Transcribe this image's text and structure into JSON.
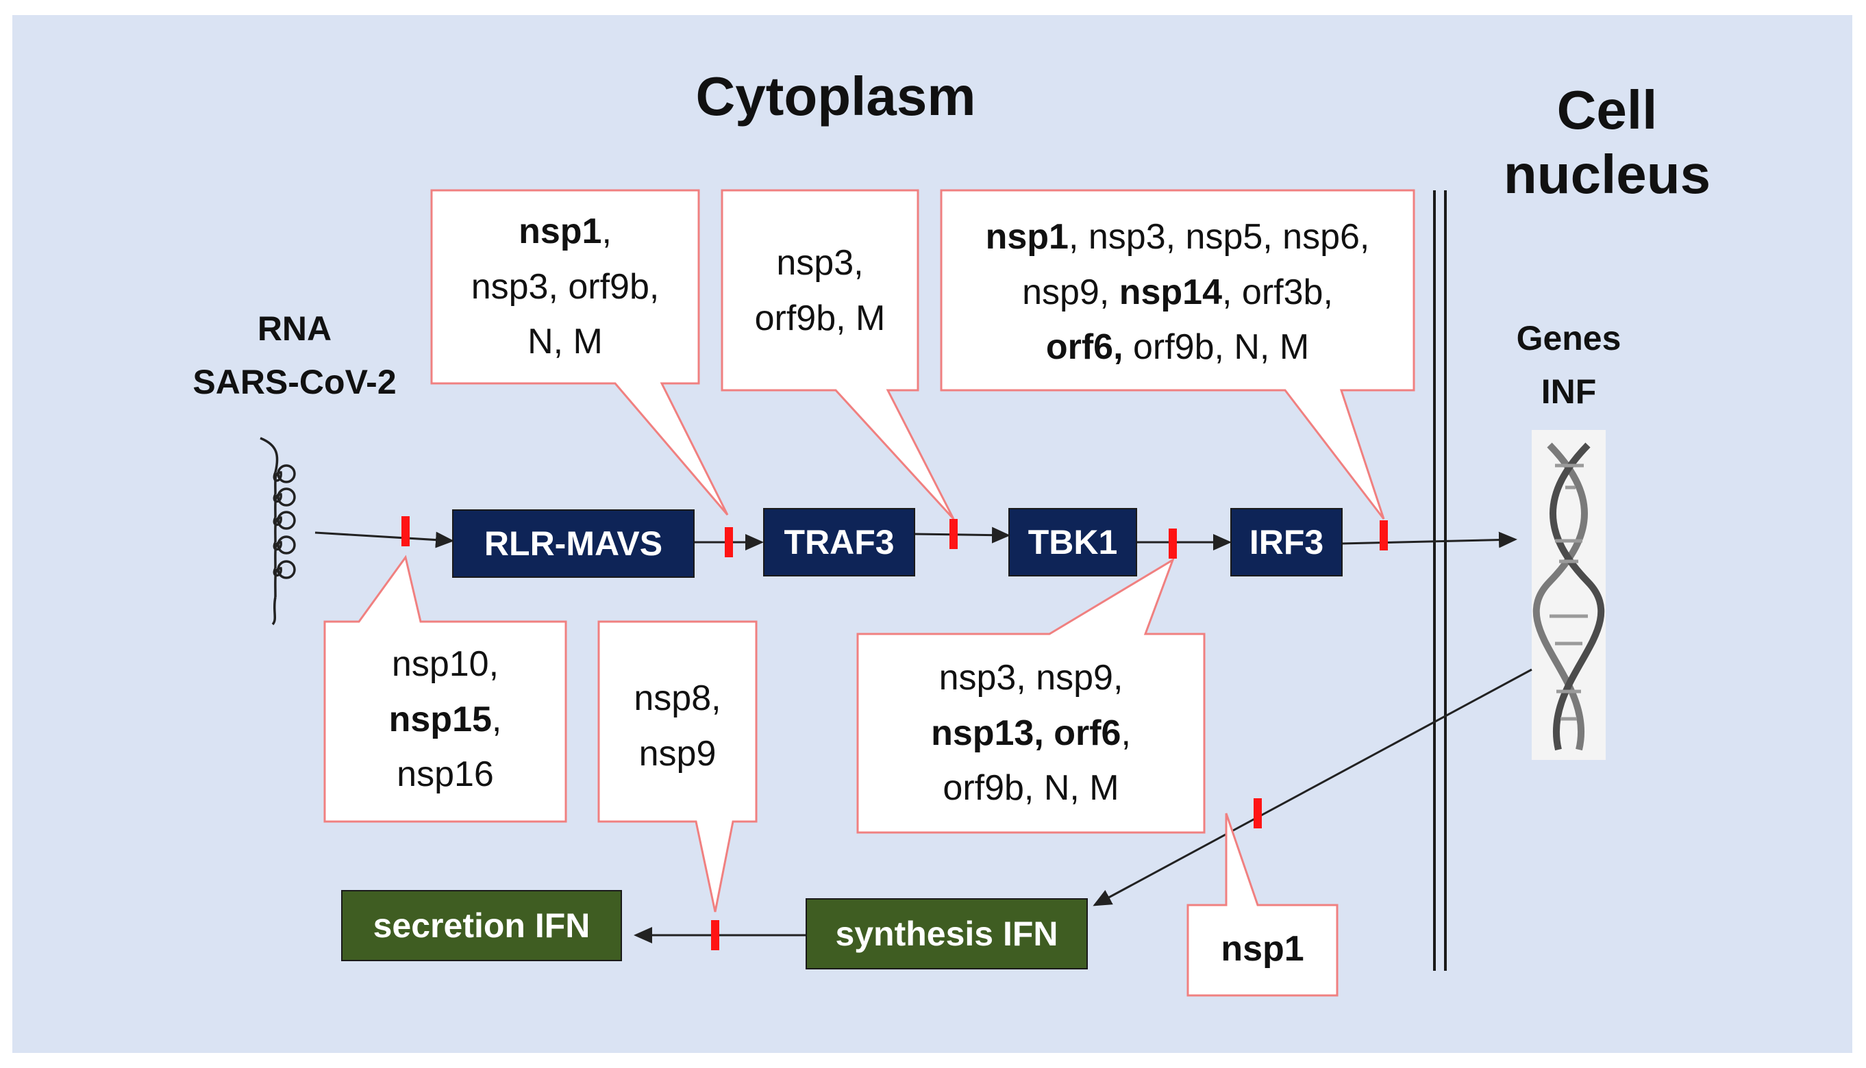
{
  "compartments": {
    "cytoplasm": "Cytoplasm",
    "nucleus": [
      "Cell",
      "nucleus"
    ]
  },
  "labels": {
    "rna": [
      "RNA",
      "SARS-CoV-2"
    ],
    "genes": [
      "Genes",
      "INF"
    ]
  },
  "nodes": {
    "rlr_mavs": "RLR-MAVS",
    "traf3": "TRAF3",
    "tbk1": "TBK1",
    "irf3": "IRF3",
    "synthesis_ifn": "synthesis IFN",
    "secretion_ifn": "secretion IFN"
  },
  "callouts": [
    {
      "id": "rna-sensing",
      "lines": [
        [
          {
            "t": "nsp10,",
            "b": false
          }
        ],
        [
          {
            "t": "nsp15",
            "b": true
          },
          {
            "t": ",",
            "b": false
          }
        ],
        [
          {
            "t": "nsp16",
            "b": false
          }
        ]
      ]
    },
    {
      "id": "mavs-traf3",
      "lines": [
        [
          {
            "t": "nsp1",
            "b": true
          },
          {
            "t": ",",
            "b": false
          }
        ],
        [
          {
            "t": "nsp3, orf9b,",
            "b": false
          }
        ],
        [
          {
            "t": "N, M",
            "b": false
          }
        ]
      ]
    },
    {
      "id": "traf3-tbk1",
      "lines": [
        [
          {
            "t": "nsp3,",
            "b": false
          }
        ],
        [
          {
            "t": "orf9b, M",
            "b": false
          }
        ]
      ]
    },
    {
      "id": "tbk1-irf3",
      "lines": [
        [
          {
            "t": "nsp3, nsp9,",
            "b": false
          }
        ],
        [
          {
            "t": "nsp13, orf6",
            "b": true
          },
          {
            "t": ",",
            "b": false
          }
        ],
        [
          {
            "t": "orf9b, N, M",
            "b": false
          }
        ]
      ]
    },
    {
      "id": "irf3-nucleus",
      "lines": [
        [
          {
            "t": "nsp1",
            "b": true
          },
          {
            "t": ", nsp3, nsp5, nsp6,",
            "b": false
          }
        ],
        [
          {
            "t": "nsp9, ",
            "b": false
          },
          {
            "t": "nsp14",
            "b": true
          },
          {
            "t": ", orf3b,",
            "b": false
          }
        ],
        [
          {
            "t": "orf6,",
            "b": true
          },
          {
            "t": " orf9b, N, M",
            "b": false
          }
        ]
      ]
    },
    {
      "id": "synthesis-secretion",
      "lines": [
        [
          {
            "t": "nsp8,",
            "b": false
          }
        ],
        [
          {
            "t": "nsp9",
            "b": false
          }
        ]
      ]
    },
    {
      "id": "genes-synthesis",
      "lines": [
        [
          {
            "t": "nsp1",
            "b": true
          }
        ]
      ]
    }
  ],
  "colors": {
    "background": "#dae3f3",
    "node_blue": "#0e2457",
    "node_green": "#3f5d22",
    "callout_border": "#f08080",
    "inhibition_mark": "#ff0000",
    "arrow": "#222222"
  },
  "icons": [
    "rna-strand-icon",
    "dna-helix-icon"
  ]
}
